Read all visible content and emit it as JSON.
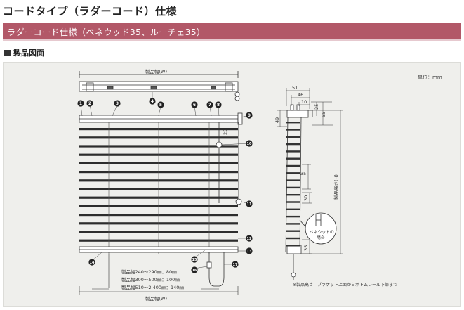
{
  "header": {
    "title": "コードタイプ（ラダーコード）仕様",
    "section": "ラダーコード仕様（ベネウッド35、ルーチェ35）",
    "sub_heading": "製品図面"
  },
  "drawing": {
    "unit_label": "単位：mm",
    "width_label": "製品幅(W)",
    "height_label": "製品高さ(H)",
    "callouts": [
      "1",
      "2",
      "3",
      "4",
      "5",
      "6",
      "7",
      "8",
      "9",
      "10",
      "11",
      "12",
      "13",
      "14",
      "15",
      "16",
      "17"
    ],
    "dims": {
      "d51": "51",
      "d46": "46",
      "d10": "10",
      "d25": "25",
      "d55": "55",
      "d49": "49",
      "d35a": "35",
      "d30": "30",
      "d35b": "35",
      "d25side": "25"
    },
    "inset_label_1": "ベネウッドの",
    "inset_label_2": "場合",
    "bracket_notes": [
      "製品幅240〜290㎜：80㎜",
      "製品幅300〜500㎜：100㎜",
      "製品幅510〜2,400㎜：140㎜"
    ],
    "height_note": "※製品高さ：ブラケット上面からボトムレール下部まで"
  },
  "colors": {
    "accent_bar": "#b25868",
    "panel_bg": "#efefec",
    "line": "#333333"
  }
}
